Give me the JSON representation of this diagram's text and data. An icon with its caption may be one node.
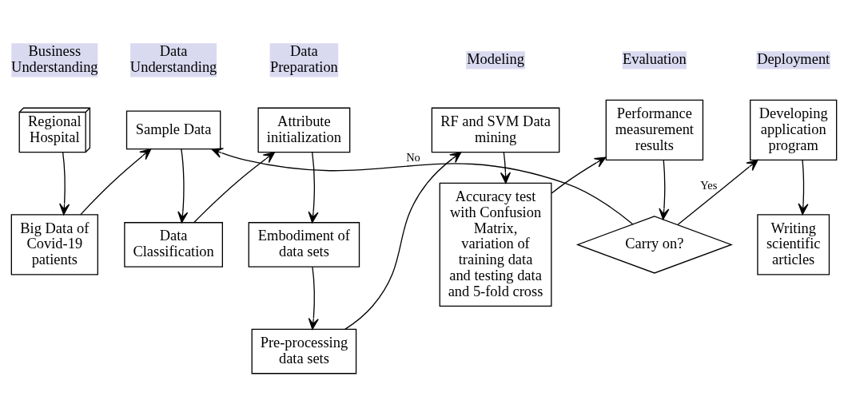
{
  "diagram": {
    "nodes": [
      {
        "text": [
          "Regional Hospital"
        ]
      },
      {
        "text": [
          "Big Data of Covid-19 patients"
        ]
      },
      {
        "text": [
          "Sample Data"
        ]
      },
      {
        "text": [
          "Data Classification"
        ]
      },
      {
        "text": [
          "Attribute initialization"
        ]
      },
      {
        "text": [
          "Embodiment of data sets"
        ]
      },
      {
        "text": [
          "Pre-processing data sets"
        ]
      },
      {
        "text": [
          "RF and SVM Data mining"
        ]
      },
      {
        "text": [
          "Accuracy test with Confusion Matrix, variation of training data and testing data and 5-fold cross"
        ]
      },
      {
        "text": [
          "Performance measurement results"
        ]
      },
      {
        "text": [
          "Carry on?"
        ]
      },
      {
        "text": [
          "Developing application program"
        ]
      },
      {
        "text": [
          "Writing scientific articles"
        ]
      }
    ],
    "edges": [
      {
        "from": 0,
        "to": 1,
        "arrow": "to"
      },
      {
        "from": 1,
        "to": 2,
        "arrow": "to"
      },
      {
        "from": 2,
        "to": 3,
        "arrow": "to"
      },
      {
        "from": 3,
        "to": 4,
        "arrow": "to"
      },
      {
        "from": 4,
        "to": 5,
        "arrow": "to"
      },
      {
        "from": 5,
        "to": 6,
        "arrow": "to"
      },
      {
        "from": 6,
        "to": 7,
        "arrow": "to"
      },
      {
        "from": 7,
        "to": 8,
        "arrow": "to"
      },
      {
        "from": 8,
        "to": 9,
        "arrow": "to"
      },
      {
        "from": 9,
        "to": 10,
        "arrow": "to"
      },
      {
        "from": 10,
        "to": 11,
        "label": "Yes",
        "arrow": "to"
      },
      {
        "from": 11,
        "to": 12,
        "arrow": "to"
      },
      {
        "from": 10,
        "to": 2,
        "label": "No",
        "arrow": "to"
      }
    ],
    "labels": [
      "Business Understanding",
      "Data Understanding",
      "Data Preparation",
      "Modeling",
      "Evaluation",
      "Deployment"
    ]
  }
}
